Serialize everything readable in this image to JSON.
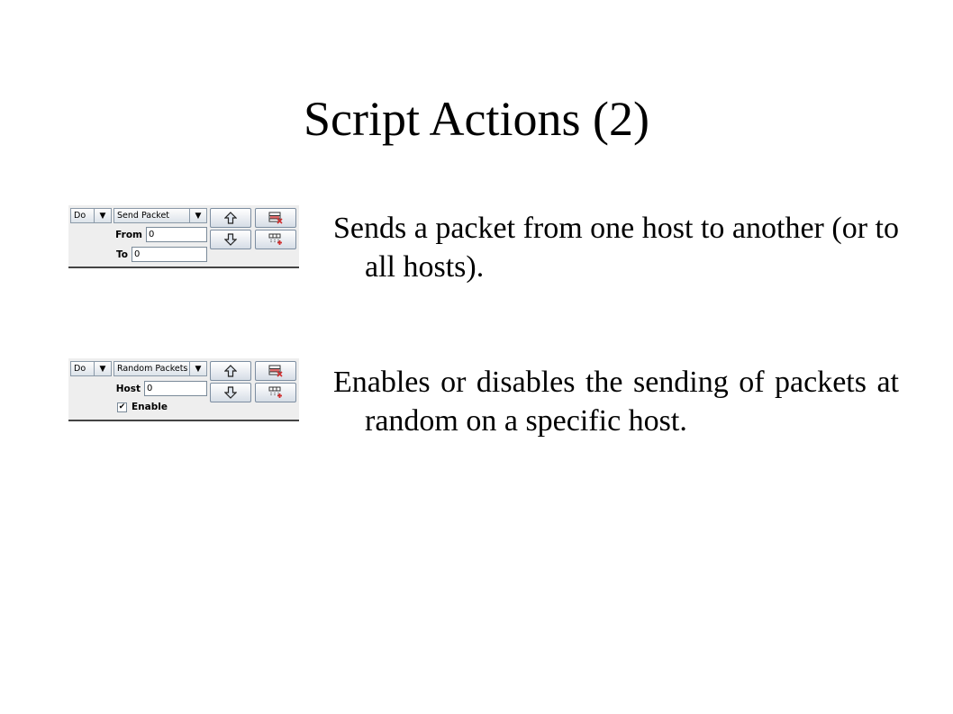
{
  "slide": {
    "title": "Script Actions (2)"
  },
  "actions": [
    {
      "mode": "Do",
      "action": "Send Packet",
      "fields": [
        {
          "label": "From",
          "value": "0"
        },
        {
          "label": "To",
          "value": "0"
        }
      ],
      "description": "Sends a packet from one host to another (or to all hosts)."
    },
    {
      "mode": "Do",
      "action": "Random Packets",
      "fields": [
        {
          "label": "Host",
          "value": "0"
        }
      ],
      "checkbox": {
        "label": "Enable",
        "checked": true,
        "mark": "✔"
      },
      "description": "Enables or disables the sending of packets at random on a specific host."
    }
  ],
  "icons": {
    "move_up": "up-arrow-icon",
    "move_down": "down-arrow-icon",
    "delete": "delete-row-icon",
    "insert": "insert-row-icon",
    "dropdown": "chevron-down-icon"
  },
  "colors": {
    "background": "#ffffff",
    "panel": "#eeeeee",
    "delete_accent": "#d03030"
  }
}
